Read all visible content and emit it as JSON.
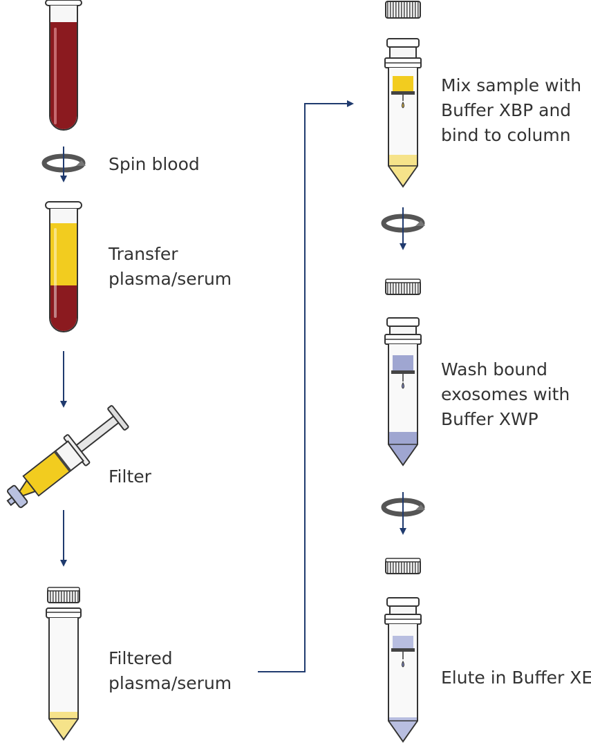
{
  "colors": {
    "blood": "#8B1A1F",
    "plasma": "#F2CC1F",
    "filtered_plasma": "#F6E38A",
    "wash_buffer": "#9FA6D1",
    "elute_buffer": "#B8BEE0",
    "arrow": "#1F3A6E",
    "outline": "#333333"
  },
  "icons": [
    "blood-tube-icon",
    "spin-icon",
    "syringe-filter-icon",
    "screw-cap-icon",
    "spin-column-icon"
  ],
  "left_steps": {
    "spin_blood": {
      "line1": "Spin blood"
    },
    "transfer": {
      "line1": "Transfer",
      "line2": "plasma/serum"
    },
    "filter": {
      "line1": "Filter"
    },
    "filtered": {
      "line1": "Filtered",
      "line2": "plasma/serum"
    }
  },
  "right_steps": {
    "bind": {
      "line1": "Mix sample with",
      "line2": "Buffer XBP and",
      "line3": "bind to column"
    },
    "wash": {
      "line1": "Wash bound",
      "line2": "exosomes with",
      "line3": "Buffer XWP"
    },
    "elute": {
      "line1": "Elute in Buffer XE"
    }
  }
}
